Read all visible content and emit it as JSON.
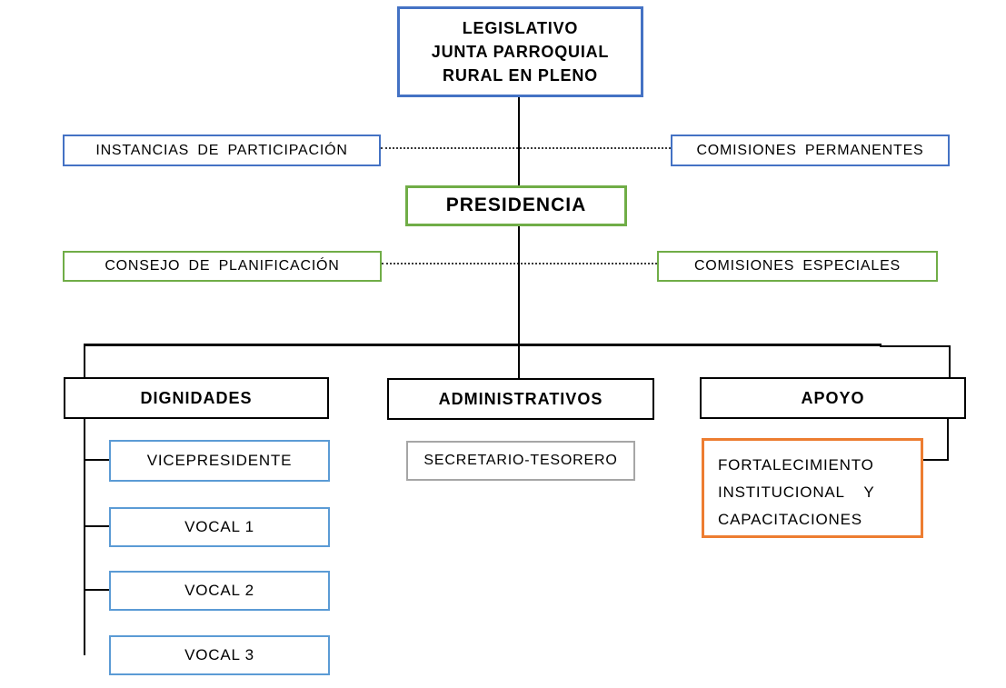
{
  "diagram": {
    "type": "organizational-chart",
    "language": "es",
    "nodes": {
      "legislativo": {
        "lines": [
          "LEGISLATIVO",
          "JUNTA PARROQUIAL",
          "RURAL EN PLENO"
        ]
      },
      "instancias": {
        "label": "INSTANCIAS DE PARTICIPACIÓN"
      },
      "comisiones_permanentes": {
        "label": "COMISIONES PERMANENTES"
      },
      "presidencia": {
        "label": "PRESIDENCIA"
      },
      "consejo_planificacion": {
        "label": "CONSEJO DE PLANIFICACIÓN"
      },
      "comisiones_especiales": {
        "label": "COMISIONES ESPECIALES"
      },
      "dignidades": {
        "label": "DIGNIDADES"
      },
      "administrativos": {
        "label": "ADMINISTRATIVOS"
      },
      "apoyo": {
        "label": "APOYO"
      },
      "vicepresidente": {
        "label": "VICEPRESIDENTE"
      },
      "vocal_1": {
        "label": "VOCAL 1"
      },
      "vocal_2": {
        "label": "VOCAL 2"
      },
      "vocal_3": {
        "label": "VOCAL 3"
      },
      "secretario_tesorero": {
        "label": "SECRETARIO-TESORERO"
      },
      "fortalecimiento": {
        "lines": [
          "FORTALECIMIENTO",
          "INSTITUCIONAL Y",
          "CAPACITACIONES"
        ]
      }
    },
    "edges": [
      {
        "from": "legislativo",
        "to": "presidencia",
        "style": "solid"
      },
      {
        "from": "instancias",
        "to": "comisiones_permanentes",
        "style": "dotted"
      },
      {
        "from": "consejo_planificacion",
        "to": "comisiones_especiales",
        "style": "dotted"
      },
      {
        "from": "presidencia",
        "to": "dignidades",
        "style": "solid"
      },
      {
        "from": "presidencia",
        "to": "administrativos",
        "style": "solid"
      },
      {
        "from": "presidencia",
        "to": "apoyo",
        "style": "solid"
      },
      {
        "from": "dignidades",
        "to": "vicepresidente",
        "style": "solid"
      },
      {
        "from": "dignidades",
        "to": "vocal_1",
        "style": "solid"
      },
      {
        "from": "dignidades",
        "to": "vocal_2",
        "style": "solid"
      },
      {
        "from": "dignidades",
        "to": "vocal_3",
        "style": "solid"
      },
      {
        "from": "apoyo",
        "to": "fortalecimiento",
        "style": "solid"
      }
    ],
    "colors": {
      "blue_border": "#4472C4",
      "green_border": "#70AD47",
      "light_blue_border": "#5B9BD5",
      "gray_border": "#A6A6A6",
      "orange_border": "#ED7D31",
      "black_border": "#000000",
      "text": "#000000",
      "background": "#FFFFFF"
    }
  }
}
